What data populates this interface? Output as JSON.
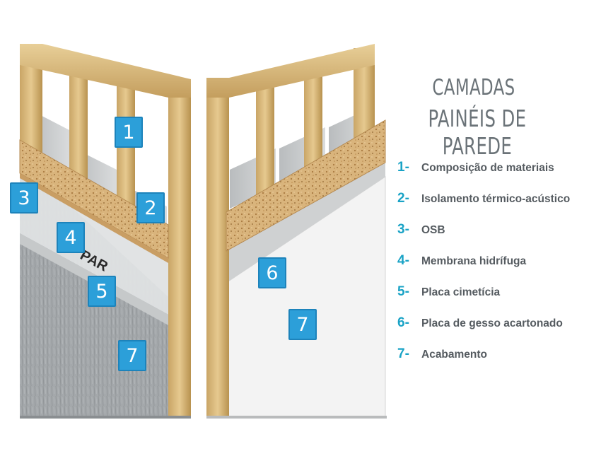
{
  "title": {
    "line1": "CAMADAS",
    "line2": "PAINÉIS DE PAREDE"
  },
  "legend": [
    {
      "num": "1-",
      "text": "Composição de materiais"
    },
    {
      "num": "2-",
      "text": "Isolamento térmico-acústico"
    },
    {
      "num": "3-",
      "text": "OSB"
    },
    {
      "num": "4-",
      "text": "Membrana hidrífuga"
    },
    {
      "num": "5-",
      "text": "Placa cimetícia"
    },
    {
      "num": "6-",
      "text": "Placa de gesso acartonado"
    },
    {
      "num": "7-",
      "text": "Acabamento"
    }
  ],
  "badges": {
    "left": [
      "1",
      "2",
      "3",
      "4",
      "5",
      "7"
    ],
    "right": [
      "6",
      "7"
    ]
  },
  "membrane_print": "PAR",
  "colors": {
    "accent": "#1aa3c6",
    "badge": "#2c9fd9",
    "wood": "#d8b878",
    "osb": "#d4b07a",
    "insulation": "#c9cbcc",
    "cement_board": "#9a9ea1",
    "gypsum": "#f2f2f2"
  }
}
